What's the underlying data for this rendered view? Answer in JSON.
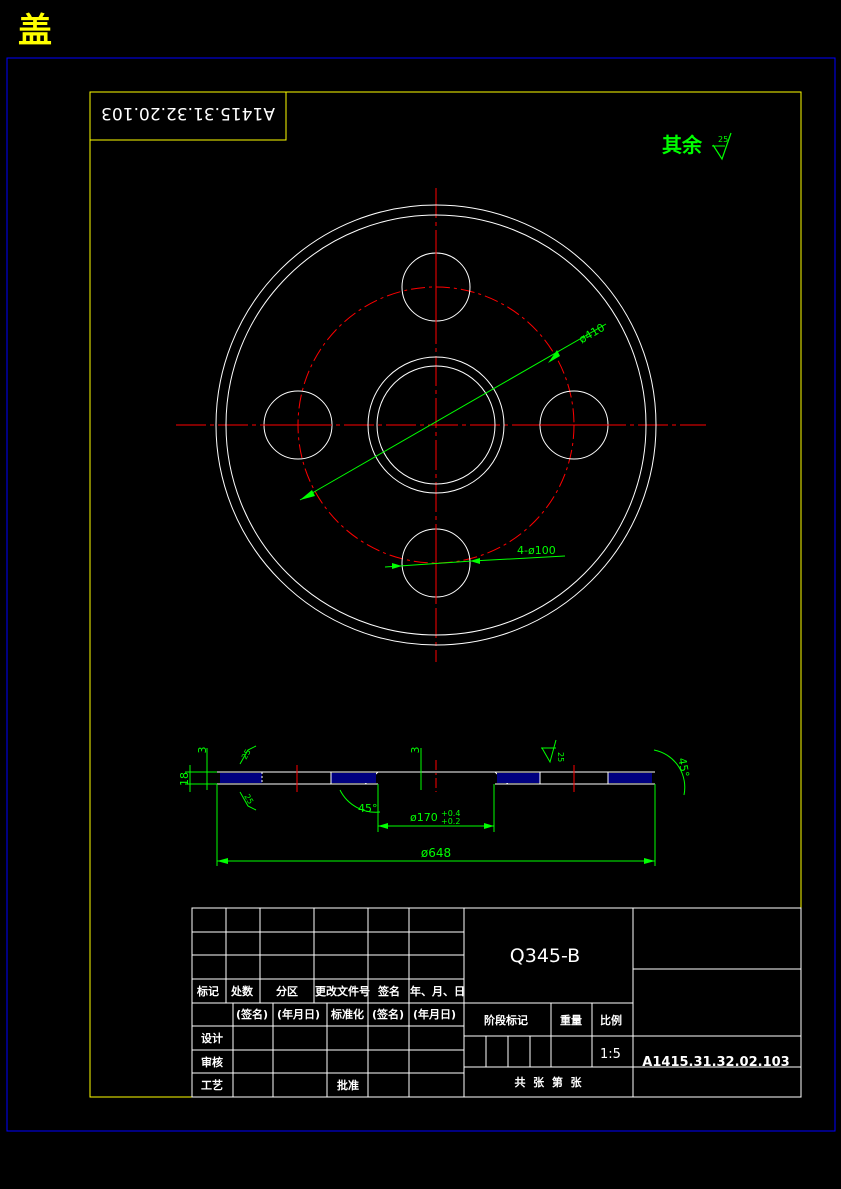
{
  "title": "盖",
  "drawing_number_rotated": "A1415.31.32.20.103",
  "surface_note": {
    "text": "其余",
    "roughness": "25"
  },
  "dims": {
    "pcd": "ø410",
    "holes": "4-ø100",
    "outer_dia": "ø648",
    "bore_dia": "ø170",
    "bore_tol_upper": "+0.4",
    "bore_tol_lower": "+0.2",
    "thickness": "18",
    "dim3": "3",
    "chamfer_angle": "45°",
    "section_roughness": "25"
  },
  "title_block": {
    "material": "Q345-B",
    "rev_headers": [
      "标记",
      "处数",
      "分区",
      "更改文件号",
      "签名",
      "年、月、日"
    ],
    "sign_row": [
      "(签名)",
      "(年月日)",
      "标准化",
      "(签名)",
      "(年月日)"
    ],
    "roles": [
      "设计",
      "审核",
      "工艺"
    ],
    "approve": "批准",
    "stage_mark": "阶段标记",
    "weight": "重量",
    "scale_label": "比例",
    "scale_value": "1:5",
    "sheets": "共  张  第  张",
    "drawing_number": "A1415.31.32.02.103"
  },
  "colors": {
    "frame": "#0000ff",
    "border": "#ffff00",
    "outline": "#ffffff",
    "center": "#ff0000",
    "dim": "#00ff00",
    "hatch": "#000080"
  }
}
